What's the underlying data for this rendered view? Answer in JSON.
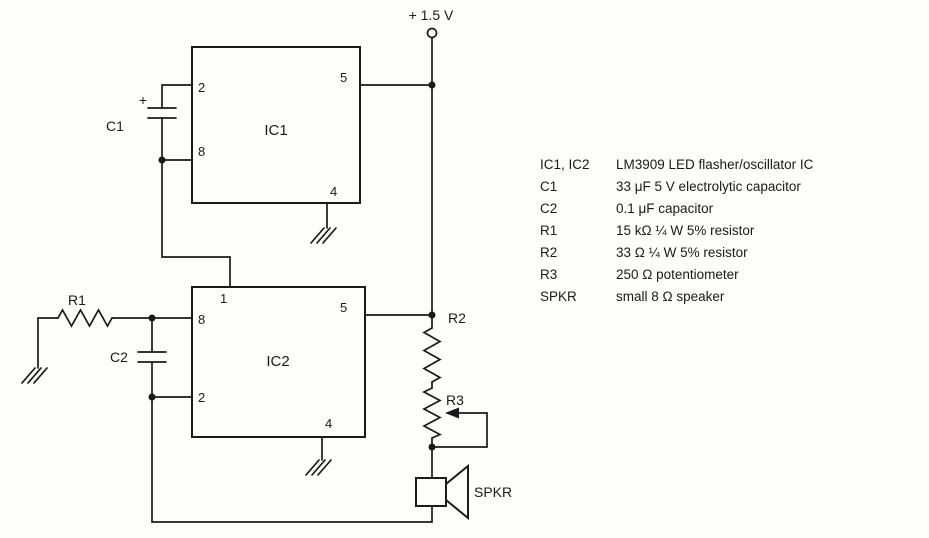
{
  "schematic": {
    "power_label": "+ 1.5 V",
    "ic1": {
      "label": "IC1",
      "pin2": "2",
      "pin5": "5",
      "pin8": "8",
      "pin4": "4"
    },
    "ic2": {
      "label": "IC2",
      "pin1": "1",
      "pin8": "8",
      "pin5": "5",
      "pin2": "2",
      "pin4": "4"
    },
    "c1": {
      "label": "C1",
      "polarity": "+"
    },
    "c2": {
      "label": "C2"
    },
    "r1": {
      "label": "R1"
    },
    "r2": {
      "label": "R2"
    },
    "r3": {
      "label": "R3"
    },
    "spkr": {
      "label": "SPKR"
    }
  },
  "parts_list": [
    {
      "ref": "IC1, IC2",
      "desc": "LM3909 LED flasher/oscillator IC"
    },
    {
      "ref": "C1",
      "desc": "33 μF 5 V electrolytic capacitor"
    },
    {
      "ref": "C2",
      "desc": "0.1 μF capacitor"
    },
    {
      "ref": "R1",
      "desc": "15 kΩ ¼ W 5% resistor"
    },
    {
      "ref": "R2",
      "desc": "33 Ω ¼ W 5% resistor"
    },
    {
      "ref": "R3",
      "desc": "250 Ω potentiometer"
    },
    {
      "ref": "SPKR",
      "desc": "small 8 Ω speaker"
    }
  ],
  "colors": {
    "ink": "#1a1a1a",
    "paper": "#fdfdfc"
  }
}
